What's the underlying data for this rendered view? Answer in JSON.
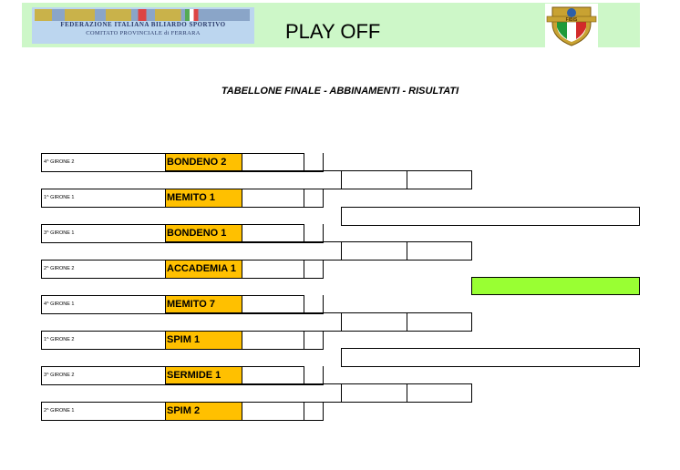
{
  "header": {
    "logo_line1": "FEDERAZIONE ITALIANA BILIARDO SPORTIVO",
    "logo_line2": "COMITATO PROVINCIALE di FERRARA",
    "title": "PLAY OFF",
    "shield_text": "FIBIS"
  },
  "subtitle": "TABELLONE FINALE - ABBINAMENTI - RISULTATI",
  "matches": [
    {
      "seed": "4^ GIRONE 2",
      "team": "BONDENO 2"
    },
    {
      "seed": "1^ GIRONE 1",
      "team": "MEMITO 1"
    },
    {
      "seed": "3^ GIRONE 1",
      "team": "BONDENO 1"
    },
    {
      "seed": "2^ GIRONE 2",
      "team": "ACCADEMIA 1"
    },
    {
      "seed": "4^ GIRONE 1",
      "team": "MEMITO 7"
    },
    {
      "seed": "1^ GIRONE 2",
      "team": "SPIM 1"
    },
    {
      "seed": "3^ GIRONE 2",
      "team": "SERMIDE 1"
    },
    {
      "seed": "2^ GIRONE 1",
      "team": "SPIM 2"
    }
  ],
  "colors": {
    "header_band": "#cdf7c8",
    "team_cell": "#ffc000",
    "final_cell": "#99ff33"
  }
}
